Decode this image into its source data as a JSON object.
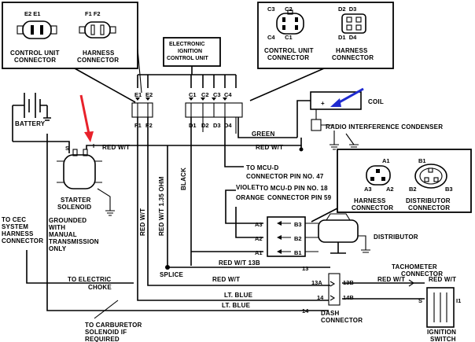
{
  "callout_left": {
    "pins_a": "E2  E1",
    "pins_b": "F1  F2",
    "label_a": [
      "CONTROL UNIT",
      "CONNECTOR"
    ],
    "label_b": [
      "HARNESS",
      "CONNECTOR"
    ]
  },
  "callout_right": {
    "pins_a_top": "C3      C2",
    "pins_a_bot": "C4      C1",
    "pins_b_top": "D2  D3",
    "pins_b_bot": "D1  D4",
    "label_a": [
      "CONTROL UNIT",
      "CONNECTOR"
    ],
    "label_b": [
      "HARNESS",
      "CONNECTOR"
    ]
  },
  "eicu": {
    "title": [
      "ELECTRONIC",
      "IGNITION",
      "CONTROL UNIT"
    ]
  },
  "pins": {
    "E1": "E1",
    "E2": "E2",
    "C1": "C1",
    "C2": "C2",
    "C3": "C3",
    "C4": "C4",
    "F1": "F1",
    "F2": "F2",
    "D1": "D1",
    "D2": "D2",
    "D3": "D3",
    "D4": "D4"
  },
  "labels": {
    "coil": "COIL",
    "coil_plus": "+",
    "radio": "RADIO INTERFERENCE CONDENSER",
    "battery": "BATTERY",
    "green": "GREEN",
    "red_wt_1": "RED W/T",
    "red_wt_2": "RED W/T",
    "starter_s": "S",
    "starter_i": "I",
    "starter": [
      "STARTER",
      "SOLENOID"
    ],
    "grounded": [
      "GROUNDED",
      "WITH",
      "MANUAL",
      "TRANSMISSION",
      "ONLY"
    ],
    "mcu_47": [
      "TO MCU-D",
      "CONNECTOR PIN NO. 47"
    ],
    "mcu_18": "TO MCU-D PIN NO. 18",
    "pin_59": "CONNECTOR PIN 59",
    "violet": "VIOLET",
    "orange": "ORANGE",
    "black": "BLACK",
    "red_wt_135": "RED W/T 1.35 OHM",
    "red_wt_v": "RED W/T",
    "cec": [
      "TO CEC",
      "SYSTEM",
      "HARNESS",
      "CONNECTOR"
    ],
    "harness_b": [
      "HARNESS",
      "CONNECTOR"
    ],
    "distrib_b": [
      "DISTRIBUTOR",
      "CONNECTOR"
    ],
    "a1": "A1",
    "a2": "A2",
    "a3": "A3",
    "b1": "B1",
    "b2": "B2",
    "b3": "B3",
    "distributor": "DISTRIBUTOR",
    "red_wt_13b": "RED W/T  13B",
    "splice": "SPLICE",
    "n13": "13",
    "n13a": "13A",
    "n14": "14",
    "n13b": "13B",
    "n14b": "14B",
    "red_wt_h": "RED W/T",
    "red_wt_t1": "RED W/T",
    "red_wt_t2": "RED W/T",
    "lt_blue_1": "LT. BLUE",
    "lt_blue_2": "LT. BLUE",
    "electric_choke": [
      "TO ELECTRIC",
      "CHOKE"
    ],
    "carb": [
      "TO CARBURETOR",
      "SOLENOID IF",
      "REQUIRED"
    ],
    "dash": [
      "DASH",
      "CONNECTOR"
    ],
    "tach": [
      "TACHOMETER",
      "CONNECTOR"
    ],
    "ign_s": "S",
    "ign_i1": "I1",
    "ignition": [
      "IGNITION",
      "SWITCH"
    ]
  },
  "arrows": {
    "red": "#e8212a",
    "blue": "#1f2bd0"
  }
}
